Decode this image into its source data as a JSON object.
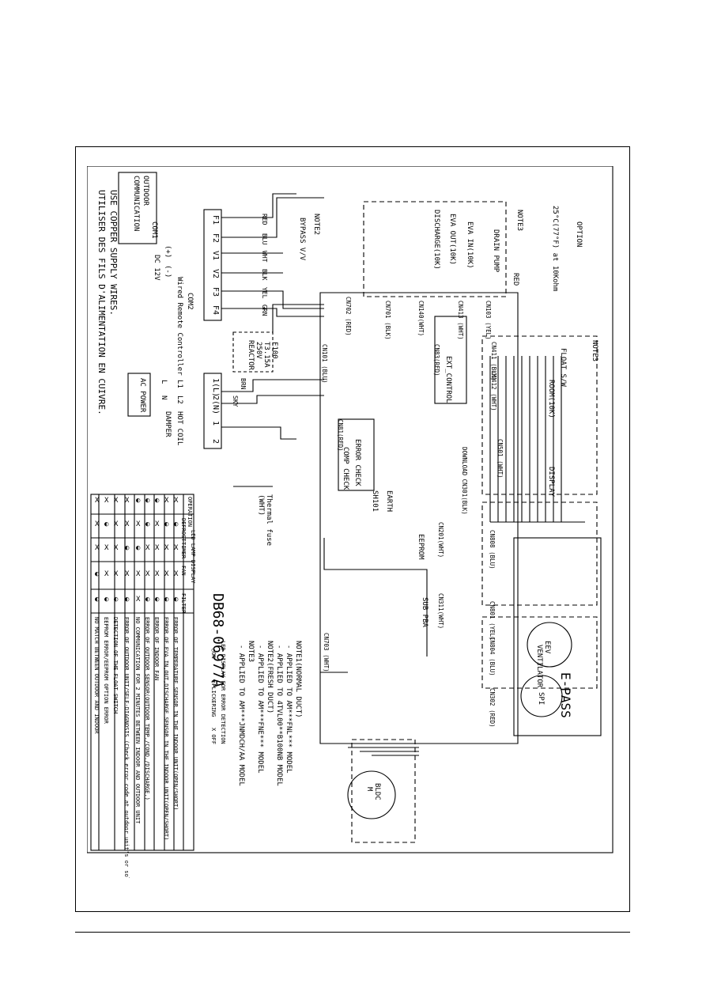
{
  "title": "E-PASS",
  "option": {
    "label": "OPTION",
    "sensor": "25°C(77°F) at 10Kohm"
  },
  "drain": {
    "label": "DRAIN PUMP",
    "note": "NOTE3",
    "wire": "RED"
  },
  "float_switch": {
    "label": "FLOAT S/W",
    "note": "NOTE3"
  },
  "room_sensor": "ROOM(10K)",
  "display": "DISPLAY",
  "eev": "EEV",
  "spi": "SPI",
  "ventilator": "VENTILATOR",
  "motor": {
    "m": "M",
    "name": "BLDC"
  },
  "wires": {
    "red": "RED",
    "blu": "BLU",
    "wht": "WHT",
    "blk": "BLK",
    "yel": "YEL",
    "grn": "GRN",
    "brn": "BRN",
    "sky": "SKY"
  },
  "terminals_comm": [
    "F1",
    "F2",
    "V1",
    "V2",
    "F3",
    "F4"
  ],
  "terminals_power": [
    "1(L)",
    "2(N)",
    "1",
    "2"
  ],
  "outdoor_comm": {
    "label1": "OUTDOOR",
    "label2": "COMMUNICATION",
    "com1": "COM1"
  },
  "wired_remote": {
    "plus": "(+)",
    "minus": "(-)",
    "dc": "DC 12V",
    "label": "Wired Remote Controller",
    "com2": "COM2"
  },
  "power": {
    "ac": "AC POWER",
    "l": "L",
    "n": "N",
    "l1": "L1",
    "l2": "L2"
  },
  "hot_coil": "HOT COIL",
  "damper": "DAMPER",
  "reactor": "REACTOR",
  "fuse": {
    "label": "F100",
    "rating1": "T3.15A",
    "rating2": "250V"
  },
  "thermal_fuse": {
    "label": "Thermal fuse",
    "color": "(WHT)"
  },
  "bypass": {
    "label": "BYPASS V/V",
    "note": "NOTE2"
  },
  "sensors": {
    "discharge": "DISCHARGE(10K)",
    "eva_out": "EVA OUT(10K)",
    "eva_in": "EVA IN(10K)"
  },
  "connectors": {
    "cn103": "CN103 (YEL)",
    "cn413": "CN413 (WHT)",
    "cn140": "CN140(WHT)",
    "cn701": "CN701 (BLK)",
    "cn702": "CN702 (RED)",
    "cn101": "CN101 (BLU)",
    "cn411": "CN411 (BLK)",
    "cn412": "CN412 (WHT)",
    "cn83": "CN83(RED)",
    "cn301": "DOWNLOAD CN301(BLK)",
    "cn81": "CN81(RED)",
    "cn501": "CN501 (WHT)",
    "cn808": "CN808 (BLU)",
    "cn801": "CN801 (YEL)",
    "cn804": "CN804 (BLU)",
    "cn302": "CN302 (RED)",
    "cn201": "CN201(WHT)",
    "cn311": "CN311(WHT)",
    "cn703": "CN703 (WHT)"
  },
  "ext_control": "EXT_CONTROL",
  "error_check": "ERROR CHECK",
  "comp_check": "COMP CHECK",
  "eeprom": "EEPROM",
  "sub_pba": "SUB PBA",
  "earth": {
    "label": "EARTH",
    "sh": "SH101"
  },
  "copper_note": {
    "en": "USE COPPER SUPPLY WIRES.",
    "fr": "UTILISER DES FILS D'ALIMENTATION EN CUIVRE."
  },
  "notes": [
    "NOTE1(NORMAL DUCT)",
    "- APPLIED TO AM***FNL*** MODEL",
    "- APPLIED TO 4TVL00**B100NB MODEL",
    "NOTE2(FRESH DUCT)",
    "- APPLIED TO AM***FNE*** MODEL",
    "NOTE3",
    "- APPLIED TO AM***JNMDCH/AA MODEL"
  ],
  "led_table": {
    "title": "LED DISPLAY FOR ERROR DETECTION",
    "legend": [
      "○ON",
      "◐FLICKERING",
      "X OFF"
    ],
    "group_header": "LED LAMP DISPLAY",
    "headers": [
      "OPERATION",
      "DEFROST",
      "TIMER",
      "FAN",
      "FILTER"
    ],
    "rows": [
      {
        "desc": "ERROR OF TEMPERATURE SENSOR IN THE INDOOR UNIT(OPEN/SHORT)",
        "marks": [
          "X",
          "◐",
          "X",
          "X",
          "◐"
        ]
      },
      {
        "desc": "ERROR OF EVA IN,OUT,DISCHARGE SENSOR IN THE INDOOR UNIT(OPEN/SHORT)",
        "marks": [
          "X",
          "◐",
          "X",
          "X",
          "◐"
        ]
      },
      {
        "desc": "ERROR OF INDOOR FAN",
        "marks": [
          "◐",
          "X",
          "X",
          "X",
          "◐"
        ]
      },
      {
        "desc": "ERROR OF OUTDOOR SENSOR(OUTDOOR TEMP./COND./DISCHARGE.)",
        "marks": [
          "◐",
          "◐",
          "X",
          "X",
          "◐"
        ]
      },
      {
        "desc": "NO COMMUNICATION FOR 2 MINUTES BETWEEN INDOOR AND OUTDOOR UNIT",
        "marks": [
          "◐",
          "X",
          "◐",
          "X",
          "X"
        ]
      },
      {
        "desc": "ERROR OF OUTDOOR UNIT/SELF-DIAGNOSIS (Check error code at outdoor unit's or solution display)",
        "marks": [
          "X",
          "X",
          "◐",
          "X",
          "◐"
        ]
      },
      {
        "desc": "DETECTION OF THE FLOAT SWITCH",
        "marks": [
          "X",
          "X",
          "X",
          "X",
          "◐"
        ]
      },
      {
        "desc": "EEPROM ERROR/EEPROM OPTION ERROR",
        "marks": [
          "X",
          "◐",
          "X",
          "X",
          "◐"
        ]
      },
      {
        "desc": "NO MATCH BETWEEN OUTDOOR AND INDOOR",
        "marks": [
          "X",
          "X",
          "X",
          "◐",
          "◐"
        ]
      }
    ]
  },
  "doc_number": "DB68-06977A"
}
